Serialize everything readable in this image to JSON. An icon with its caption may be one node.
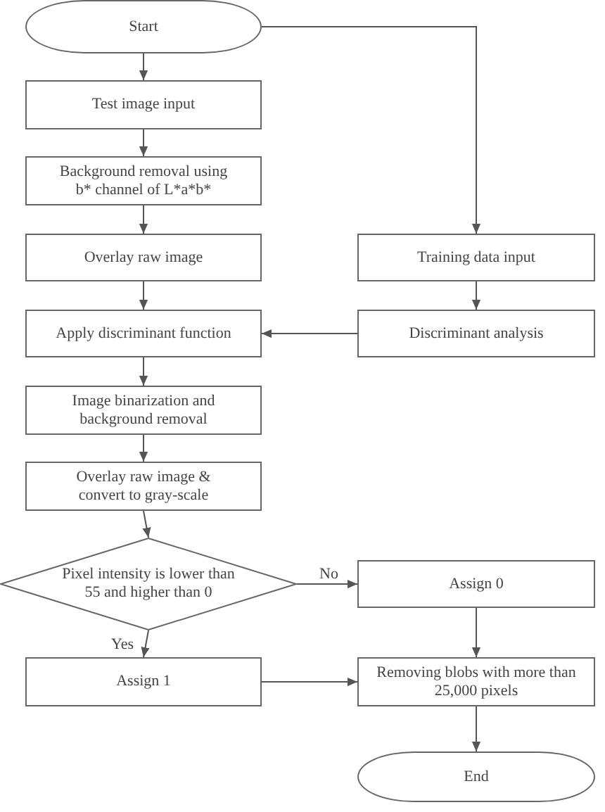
{
  "diagram": {
    "nodes": [
      {
        "text": [
          "Start"
        ]
      },
      {
        "text": [
          "Test image input"
        ]
      },
      {
        "text": [
          "Background removal using b* channel of L*a*b*"
        ]
      },
      {
        "text": [
          "Overlay raw image"
        ]
      },
      {
        "text": [
          "Training data input"
        ]
      },
      {
        "text": [
          "Apply discriminant function"
        ]
      },
      {
        "text": [
          "Discriminant analysis"
        ]
      },
      {
        "text": [
          "Image binarization and background removal"
        ]
      },
      {
        "text": [
          "Overlay raw image & convert to gray-scale"
        ]
      },
      {
        "text": [
          "Pixel intensity is lower than 55 and higher than 0"
        ]
      },
      {
        "text": [
          "Assign 0"
        ]
      },
      {
        "text": [
          "Assign 1"
        ]
      },
      {
        "text": [
          "Removing blobs with more than 25,000 pixels"
        ]
      },
      {
        "text": [
          "End"
        ]
      }
    ],
    "edges": [
      {
        "from": 0,
        "to": 1,
        "arrow": "to"
      },
      {
        "from": 1,
        "to": 2,
        "arrow": "to"
      },
      {
        "from": 2,
        "to": 3,
        "arrow": "to"
      },
      {
        "from": 0,
        "to": 4,
        "arrow": "to"
      },
      {
        "from": 3,
        "to": 5,
        "arrow": "to"
      },
      {
        "from": 4,
        "to": 6,
        "arrow": "to"
      },
      {
        "from": 6,
        "to": 5,
        "arrow": "to"
      },
      {
        "from": 5,
        "to": 7,
        "arrow": "to"
      },
      {
        "from": 7,
        "to": 8,
        "arrow": "to"
      },
      {
        "from": 8,
        "to": 9,
        "arrow": "to"
      },
      {
        "from": 9,
        "to": 10,
        "arrow": "to",
        "label": "No"
      },
      {
        "from": 9,
        "to": 11,
        "arrow": "to",
        "label": "Yes"
      },
      {
        "from": 10,
        "to": 12,
        "arrow": "to"
      },
      {
        "from": 11,
        "to": 12,
        "arrow": "to"
      },
      {
        "from": 12,
        "to": 13,
        "arrow": "to"
      }
    ]
  }
}
